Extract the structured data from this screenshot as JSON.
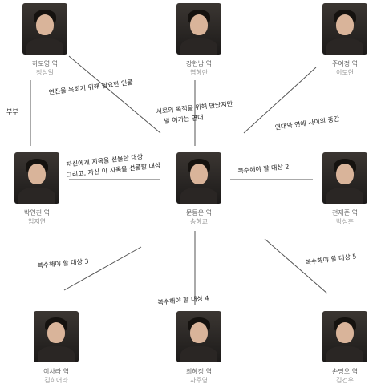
{
  "characters": {
    "top_left": {
      "role": "하도영 역",
      "actor": "정성일"
    },
    "top_center": {
      "role": "강현남 역",
      "actor": "염혜란"
    },
    "top_right": {
      "role": "주여정 역",
      "actor": "이도현"
    },
    "mid_left": {
      "role": "박연진 역",
      "actor": "임지연"
    },
    "mid_center": {
      "role": "문동은 역",
      "actor": "송혜교"
    },
    "mid_right": {
      "role": "전재준 역",
      "actor": "박성훈"
    },
    "bottom_left": {
      "role": "이사라 역",
      "actor": "김히어라"
    },
    "bottom_center": {
      "role": "최혜정 역",
      "actor": "차주영"
    },
    "bottom_right": {
      "role": "손명오 역",
      "actor": "김건우"
    }
  },
  "relations": {
    "couple": "부부",
    "needed_person": "연진을 옥죄기 위해 필요한 인물",
    "solidarity_1": "서로의 목적을 위해 만났지만",
    "solidarity_2": "발 여가는 연대",
    "romance": "연대와 연애 사이의 중간",
    "target_1_line1": "자신에게 지옥을 선물한 대상",
    "target_1_line2": "그리고, 자신 이 지옥을 선물할 대상",
    "target_2": "복수해야 할 대상 2",
    "target_3": "복수해야 할 대상 3",
    "target_4": "복수해야 할 대상 4",
    "target_5": "복수해야 할 대상 5"
  },
  "colors": {
    "line": "#555555",
    "photo_dark": "#1c1a19"
  }
}
